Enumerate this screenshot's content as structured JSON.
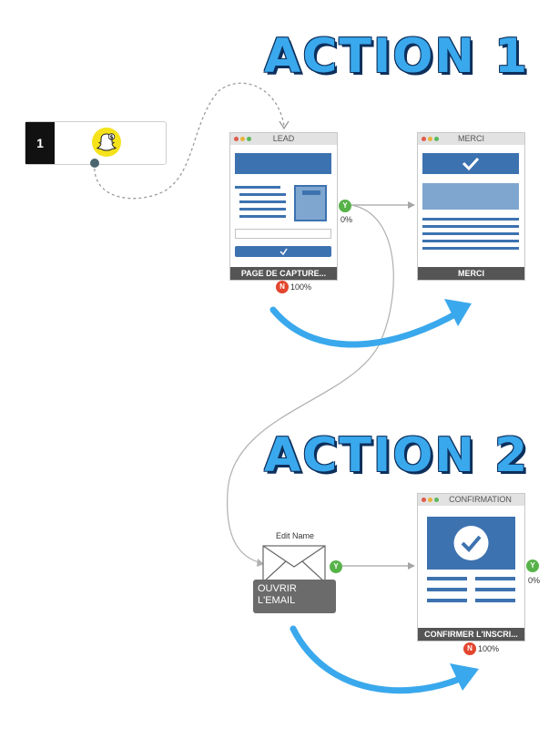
{
  "headings": {
    "action1": "ACTION 1",
    "action2": "ACTION 2"
  },
  "source": {
    "number": "1",
    "icon": "snapchat-icon"
  },
  "lead_page": {
    "tab": "LEAD",
    "footer": "PAGE DE CAPTURE...",
    "yes_label": "Y",
    "yes_percent": "0%",
    "no_label": "N",
    "no_percent": "100%"
  },
  "merci_page": {
    "tab": "MERCI",
    "footer": "MERCI"
  },
  "email_node": {
    "edit_label": "Edit Name",
    "label": "OUVRIR L'EMAIL",
    "yes_label": "Y",
    "icon": "envelope-icon"
  },
  "confirmation_page": {
    "tab": "CONFIRMATION",
    "footer": "CONFIRMER L'INSCRI...",
    "yes_label": "Y",
    "yes_percent": "0%",
    "no_label": "N",
    "no_percent": "100%"
  },
  "colors": {
    "accent": "#3aa8ec",
    "heading_shadow": "#0d2f5c",
    "page_blue": "#3d72b0",
    "yes": "#57b24a",
    "no": "#e3462e"
  }
}
